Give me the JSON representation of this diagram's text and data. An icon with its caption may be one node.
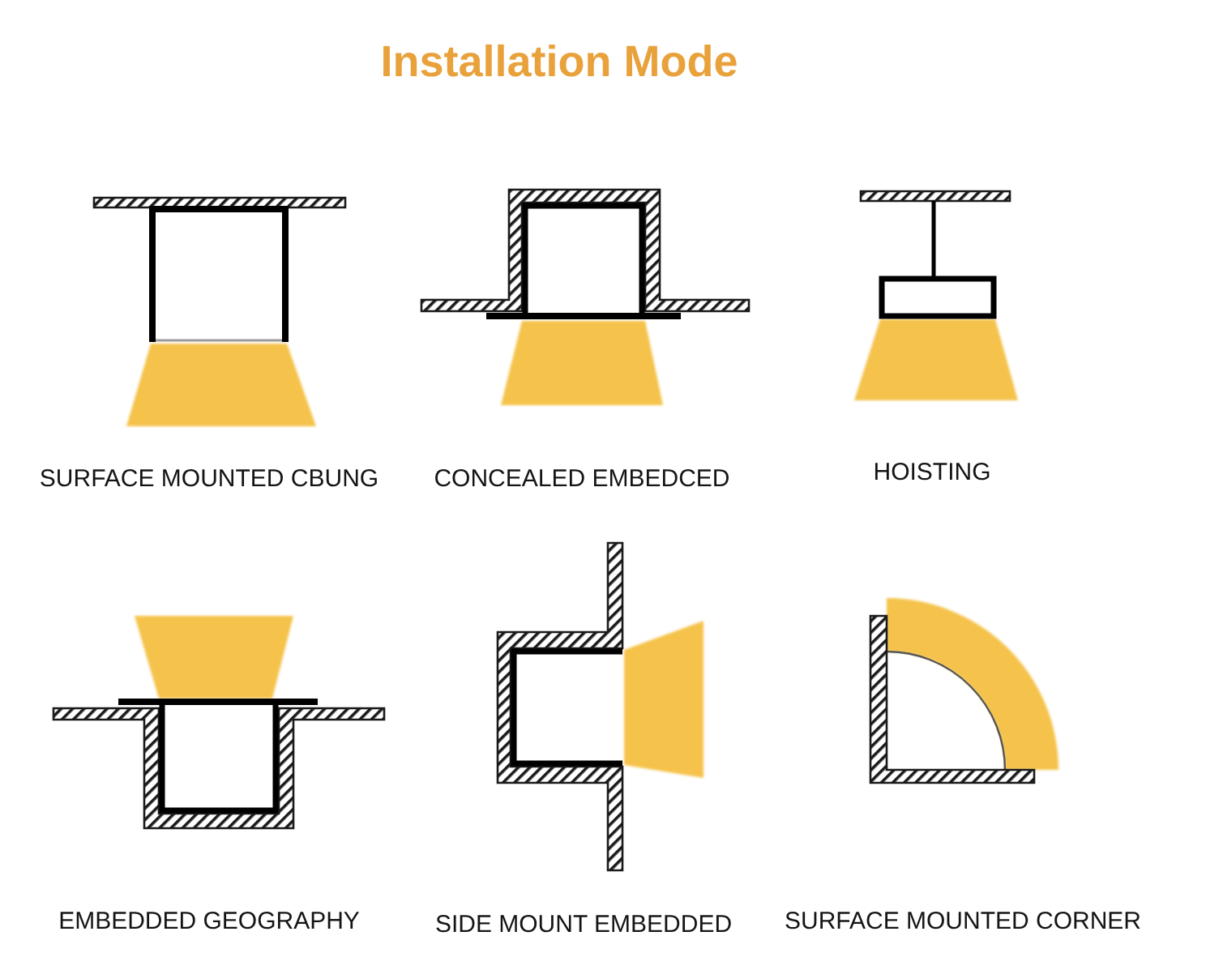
{
  "diagram": {
    "title": "Installation Mode",
    "labels": [
      "SURFACE MOUNTED CBUNG",
      "CONCEALED EMBEDCED",
      "HOISTING",
      "EMBEDDED GEOGRAPHY",
      "SIDE MOUNT EMBEDDED",
      "SURFACE MOUNTED CORNER"
    ]
  }
}
